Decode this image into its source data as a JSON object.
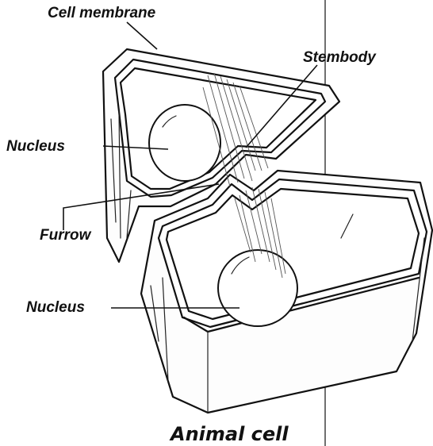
{
  "labels": {
    "cell_membrane": "Cell membrane",
    "stembody": "Stembody",
    "nucleus_top": "Nucleus",
    "furrow": "Furrow",
    "nucleus_bottom": "Nucleus"
  },
  "caption": "Animal cell"
}
